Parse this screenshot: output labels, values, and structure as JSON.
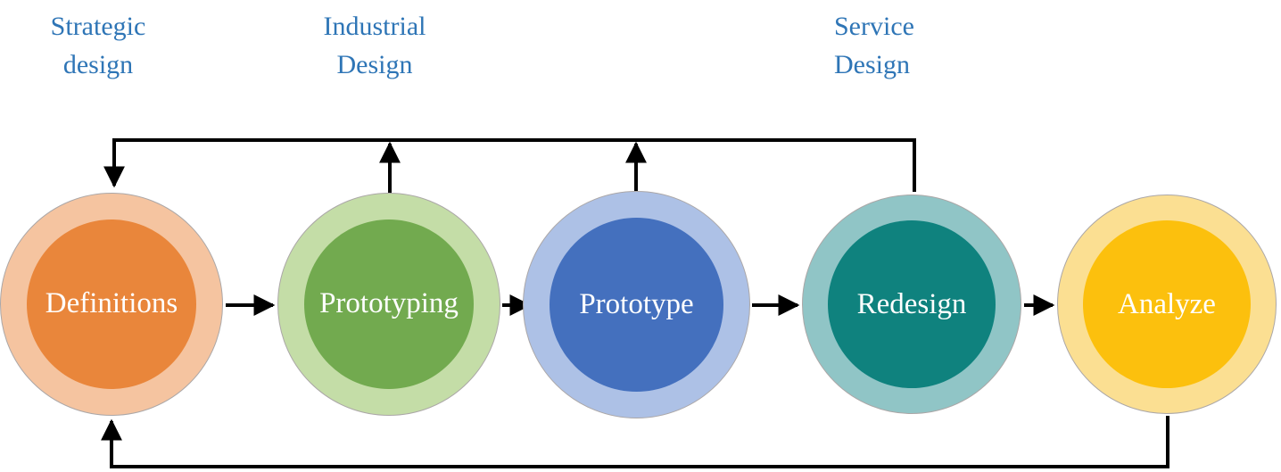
{
  "diagram": {
    "line_color": "#000000",
    "label_color": "#2E75B6",
    "phase_labels": [
      {
        "id": "strategic-design",
        "text": "Strategic\ndesign"
      },
      {
        "id": "industrial-design",
        "text": "Industrial\nDesign"
      },
      {
        "id": "service-design",
        "text": "Service\nDesign"
      }
    ],
    "stages": [
      {
        "id": "definitions",
        "label": "Definitions",
        "inner_color": "#E9863B",
        "outer_color": "#F5C4A0",
        "text_color": "#FFFFFF"
      },
      {
        "id": "prototyping",
        "label": "Prototyping",
        "inner_color": "#72AA4F",
        "outer_color": "#C4DDA7",
        "text_color": "#FFFFFF"
      },
      {
        "id": "prototype",
        "label": "Prototype",
        "inner_color": "#4470BE",
        "outer_color": "#ADC1E6",
        "text_color": "#FFFFFF"
      },
      {
        "id": "redesign",
        "label": "Redesign",
        "inner_color": "#0F827E",
        "outer_color": "#90C5C6",
        "text_color": "#FFFFFF"
      },
      {
        "id": "analyze",
        "label": "Analyze",
        "inner_color": "#FCC00D",
        "outer_color": "#FBDF92",
        "text_color": "#FFFFFF"
      }
    ],
    "flow": {
      "forward": [
        "Definitions → Prototyping",
        "Prototyping → Prototype",
        "Prototype → Redesign",
        "Redesign → Analyze"
      ],
      "feedback_top": "Redesign → Prototype / Prototyping / Definitions",
      "feedback_bottom": "Analyze → Definitions"
    }
  }
}
